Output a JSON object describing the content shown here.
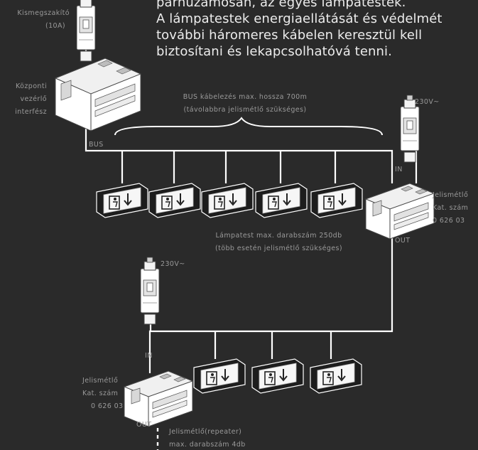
{
  "header": {
    "lines": [
      "párhuzamosan, az egyes  lámpatestek.",
      "A lámpatestek energiaellátását és védelmét",
      "további háromeres kábelen keresztül kell",
      "biztosítani és lekapcsolhatóvá tenni."
    ]
  },
  "labels": {
    "breaker": [
      "Kismegszakító",
      "(10A)"
    ],
    "controller": [
      "Központi",
      "vezérlő",
      "interfész"
    ],
    "bus_length": [
      "BUS kábelezés max. hossza  700m",
      "(távolabbra jelismétlő szükséges)"
    ],
    "bus": "BUS",
    "right_power": "230V~",
    "right_in": "IN",
    "right_out": "OUT",
    "right_repeater": [
      "Jelismétlő",
      "Kat. szám",
      "0 626 03"
    ],
    "lamp_count": [
      "Lámpatest max. darabszám  250db",
      "(több esetén jelismétlő szükséges)"
    ],
    "left_power": "230V~",
    "left_in": "IN",
    "left_out": "OUT",
    "left_repeater": [
      "Jelismétlő",
      "Kat. szám",
      "0 626 03"
    ],
    "repeater_count": [
      "Jelismétlő(repeater)",
      "max. darabszám  4db"
    ]
  },
  "colors": {
    "background": "#2a2a2a",
    "wire": "#ffffff",
    "header_text": "#ececec",
    "label_text": "#9a9a9a"
  },
  "icons": [
    "circuit-breaker-icon",
    "controller-interface-icon",
    "repeater-module-icon",
    "emergency-exit-lamp-icon"
  ]
}
